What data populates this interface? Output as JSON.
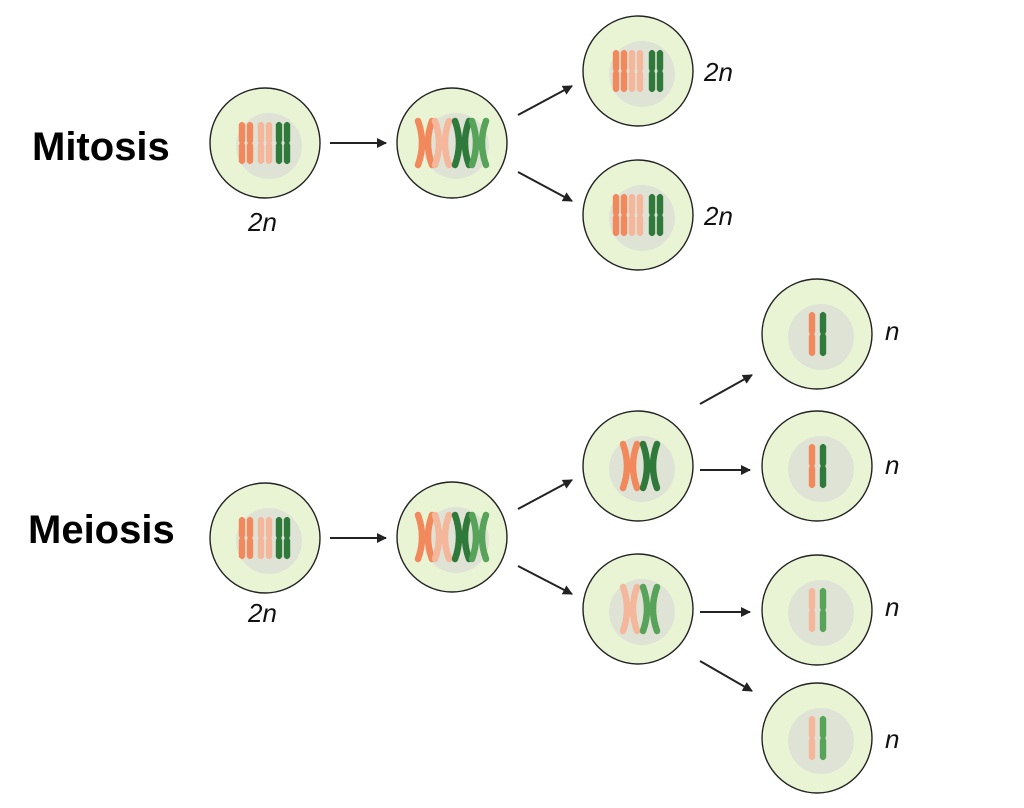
{
  "colors": {
    "cell_fill": "#e9f4d4",
    "cell_stroke": "#222222",
    "nucleus_fill": "#dfe3d6",
    "orange": "#f2895c",
    "orange_light": "#f4b79c",
    "green_dark": "#2f7a3a",
    "green_light": "#58a35a",
    "arrow": "#222222"
  },
  "processes": {
    "mitosis": {
      "title": "Mitosis",
      "parent_ploidy": "2n",
      "daughter_ploidies": [
        "2n",
        "2n"
      ]
    },
    "meiosis": {
      "title": "Meiosis",
      "parent_ploidy": "2n",
      "gamete_ploidies": [
        "n",
        "n",
        "n",
        "n"
      ]
    }
  }
}
